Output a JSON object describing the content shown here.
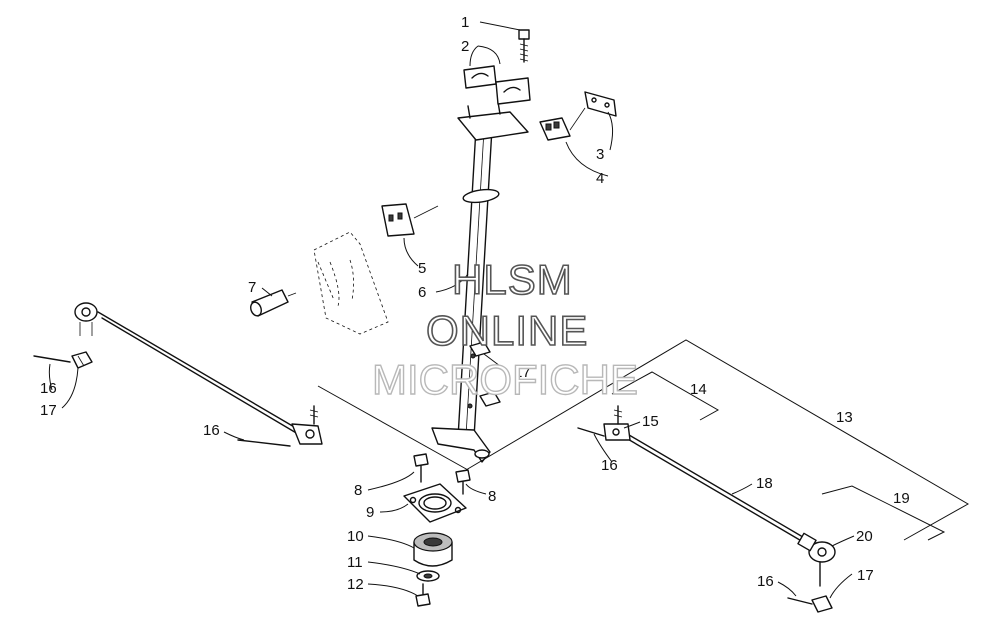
{
  "watermark": {
    "line1": "HLSM",
    "line2": "ONLINE",
    "line3": "MICROFICHE"
  },
  "callouts": [
    "1",
    "2",
    "3",
    "4",
    "5",
    "6",
    "7",
    "8",
    "8",
    "9",
    "10",
    "11",
    "12",
    "13",
    "14",
    "15",
    "16",
    "16",
    "16",
    "16",
    "17",
    "17",
    "17",
    "17",
    "18",
    "19",
    "20"
  ],
  "colors": {
    "ink": "#111111",
    "paper": "#ffffff",
    "watermark_stroke": "#555555",
    "watermark_faint": "#b8b8b8"
  }
}
